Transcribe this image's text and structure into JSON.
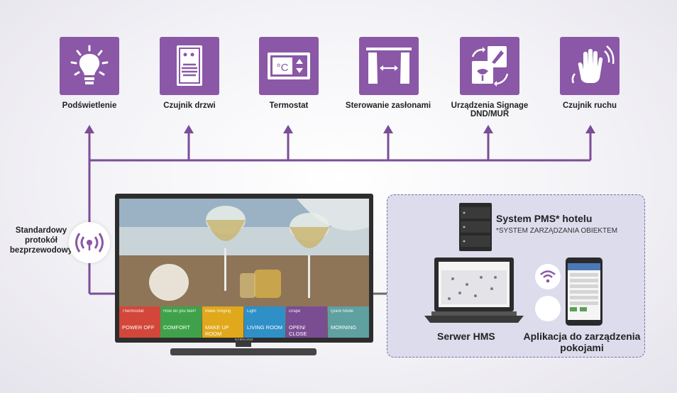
{
  "devices": [
    {
      "label": "Podświetlenie",
      "icon": "lightbulb-icon"
    },
    {
      "label": "Czujnik drzwi",
      "icon": "door-sensor-icon"
    },
    {
      "label": "Termostat",
      "icon": "thermostat-icon"
    },
    {
      "label": "Sterowanie zasłonami",
      "icon": "curtain-icon"
    },
    {
      "label": "Urządzenia Signage DND/MUR",
      "icon": "signage-icon"
    },
    {
      "label": "Czujnik ruchu",
      "icon": "motion-hand-icon"
    }
  ],
  "protocol": {
    "label": "Standardowy protokół bezprzewodowy",
    "icon": "wireless-signal-icon"
  },
  "tv": {
    "brand": "SAMSUNG",
    "tiles": [
      {
        "top": "Thermostat",
        "main": "POWER OFF",
        "color": "#d2473a"
      },
      {
        "top": "How do you feel?",
        "main": "COMFORT",
        "color": "#3fa24a"
      },
      {
        "top": "Make Singing",
        "main": "MAKE UP ROOM",
        "color": "#e0a81b"
      },
      {
        "top": "Light",
        "main": "LIVING ROOM",
        "color": "#2f8fc7"
      },
      {
        "top": "Drape",
        "main": "OPEN/ CLOSE",
        "color": "#7a4c92"
      },
      {
        "top": "Quick Mode",
        "main": "MORNING",
        "color": "#5fa0a0"
      }
    ]
  },
  "pms": {
    "title": "System PMS* hotelu",
    "subtitle": "*SYSTEM ZARZĄDZANIA OBIEKTEM"
  },
  "hms": {
    "label": "Serwer HMS"
  },
  "app": {
    "label": "Aplikacja do zarządzenia pokojami"
  },
  "colors": {
    "accent": "#8a58a6",
    "wire": "#7b4d98",
    "gray_wire": "#666666"
  }
}
